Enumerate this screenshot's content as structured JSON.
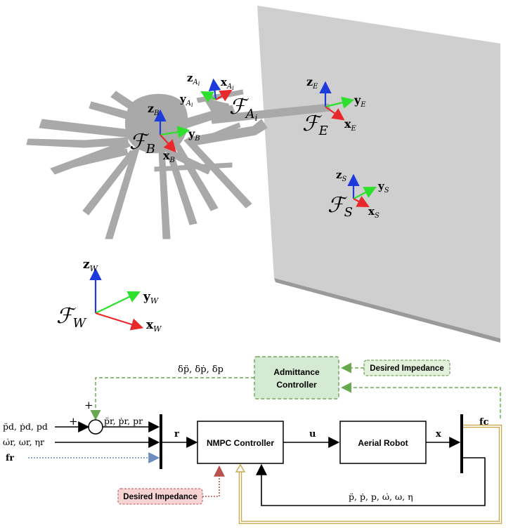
{
  "scene": {
    "frames": {
      "world": {
        "label": "ℱ",
        "sub": "W",
        "x": "x",
        "x_sub": "W",
        "y": "y",
        "y_sub": "W",
        "z": "z",
        "z_sub": "W"
      },
      "body": {
        "label": "ℱ",
        "sub": "B",
        "x": "x",
        "x_sub": "B",
        "y": "y",
        "y_sub": "B",
        "z": "z",
        "z_sub": "B"
      },
      "arm": {
        "label": "ℱ",
        "sub": "A",
        "sub2": "i",
        "x": "x",
        "x_sub": "A",
        "x_sub2": "i",
        "y": "y",
        "y_sub": "A",
        "y_sub2": "i",
        "z": "z",
        "z_sub": "A",
        "z_sub2": "i"
      },
      "end_effector": {
        "label": "ℱ",
        "sub": "E",
        "x": "x",
        "x_sub": "E",
        "y": "y",
        "y_sub": "E",
        "z": "z",
        "z_sub": "E"
      },
      "surface": {
        "label": "ℱ",
        "sub": "S",
        "x": "x",
        "x_sub": "S",
        "y": "y",
        "y_sub": "S",
        "z": "z",
        "z_sub": "S"
      }
    },
    "colors": {
      "x_axis": "#e8282b",
      "y_axis": "#2ee02e",
      "z_axis": "#1d3bdc",
      "robot": "#a9a9a9",
      "wall": "#cfcfcf",
      "wall_edge": "#9a9a9a"
    }
  },
  "block_diagram": {
    "admittance": {
      "line1": "Admittance",
      "line2": "Controller"
    },
    "desired_impedance_top": "Desired Impedance",
    "desired_impedance_bottom": "Desired Impedance",
    "nmpc": "NMPC Controller",
    "aerial_robot": "Aerial Robot",
    "signals": {
      "delta": "δp̈, δṗ, δp",
      "plus_top": "+",
      "plus_left": "+",
      "ref_after_sum": "p̈r, ṗr, pr",
      "input_line1": "p̈d, ṗd, pd",
      "input_line2": "ω̇r, ωr, ηr",
      "input_line3": "fr",
      "r": "r",
      "u": "u",
      "x": "x",
      "fc": "fc",
      "state_feedback": "p̈, ṗ, p, ω̇, ω, η"
    },
    "colors": {
      "admittance_fill": "#d5ead3",
      "admittance_border": "#7aa860",
      "impedance_top_fill": "#e3f1dc",
      "impedance_bottom_fill": "#f7d4d4",
      "impedance_bottom_border": "#c97070",
      "feedback_green": "#6aa84f",
      "force_gold": "#c9a94d",
      "fr_blue": "#6c8ebf",
      "red_dotted": "#b85450"
    }
  }
}
